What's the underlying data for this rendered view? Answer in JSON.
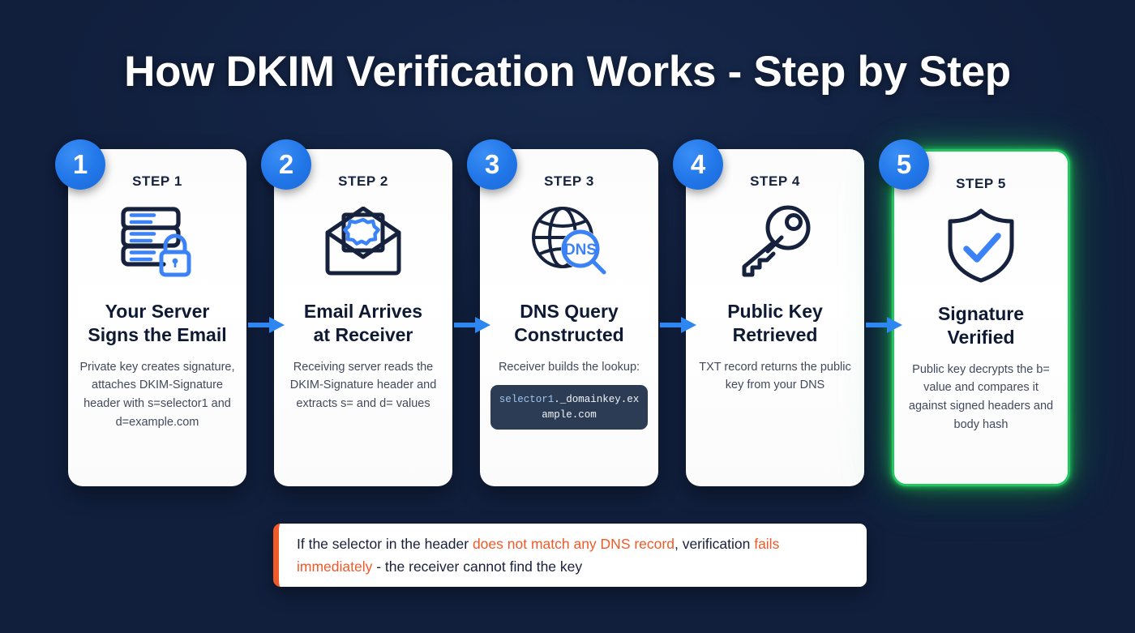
{
  "title": "How DKIM Verification Works - Step by Step",
  "theme": {
    "background": "#111f3d",
    "card_background": "#ffffff",
    "badge_blue": "#2176e8",
    "accent_blue": "#3b82f6",
    "icon_navy": "#16213d",
    "success_green": "#22c55e",
    "warning_orange": "#f05a28",
    "code_background": "#2c3c55"
  },
  "steps": [
    {
      "number": "1",
      "label": "STEP 1",
      "icon": "server-lock-icon",
      "title": "Your Server\nSigns the Email",
      "title_line1": "Your Server",
      "title_line2": "Signs the Email",
      "description": "Private key creates signature, attaches DKIM-Signature header with s=selector1 and d=example.com",
      "highlighted": false
    },
    {
      "number": "2",
      "label": "STEP 2",
      "icon": "envelope-seal-icon",
      "title": "Email Arrives\nat Receiver",
      "title_line1": "Email Arrives",
      "title_line2": "at Receiver",
      "description": "Receiving server reads the DKIM-Signature header and extracts s= and d= values",
      "highlighted": false
    },
    {
      "number": "3",
      "label": "STEP 3",
      "icon": "globe-dns-search-icon",
      "title": "DNS Query\nConstructed",
      "title_line1": "DNS Query",
      "title_line2": "Constructed",
      "description": "Receiver builds the lookup:",
      "code_selector": "selector1",
      "code_rest": "._domainkey.example.com",
      "highlighted": false
    },
    {
      "number": "4",
      "label": "STEP 4",
      "icon": "key-icon",
      "title": "Public Key\nRetrieved",
      "title_line1": "Public Key",
      "title_line2": "Retrieved",
      "description": "TXT record returns the public key from your DNS",
      "highlighted": false
    },
    {
      "number": "5",
      "label": "STEP 5",
      "icon": "shield-check-icon",
      "title": "Signature\nVerified",
      "title_line1": "Signature",
      "title_line2": "Verified",
      "description": "Public key decrypts the b= value and compares it against signed headers and body hash",
      "highlighted": true
    }
  ],
  "arrows": [
    {
      "name": "arrow-step1-to-step2"
    },
    {
      "name": "arrow-step2-to-step3"
    },
    {
      "name": "arrow-step3-to-step4"
    },
    {
      "name": "arrow-step4-to-step5"
    }
  ],
  "callout": {
    "part1": "If the selector in the header ",
    "highlight1": "does not match any DNS record",
    "part2": ", verification ",
    "highlight2": "fails immediately",
    "part3": " - the receiver cannot find the key"
  }
}
